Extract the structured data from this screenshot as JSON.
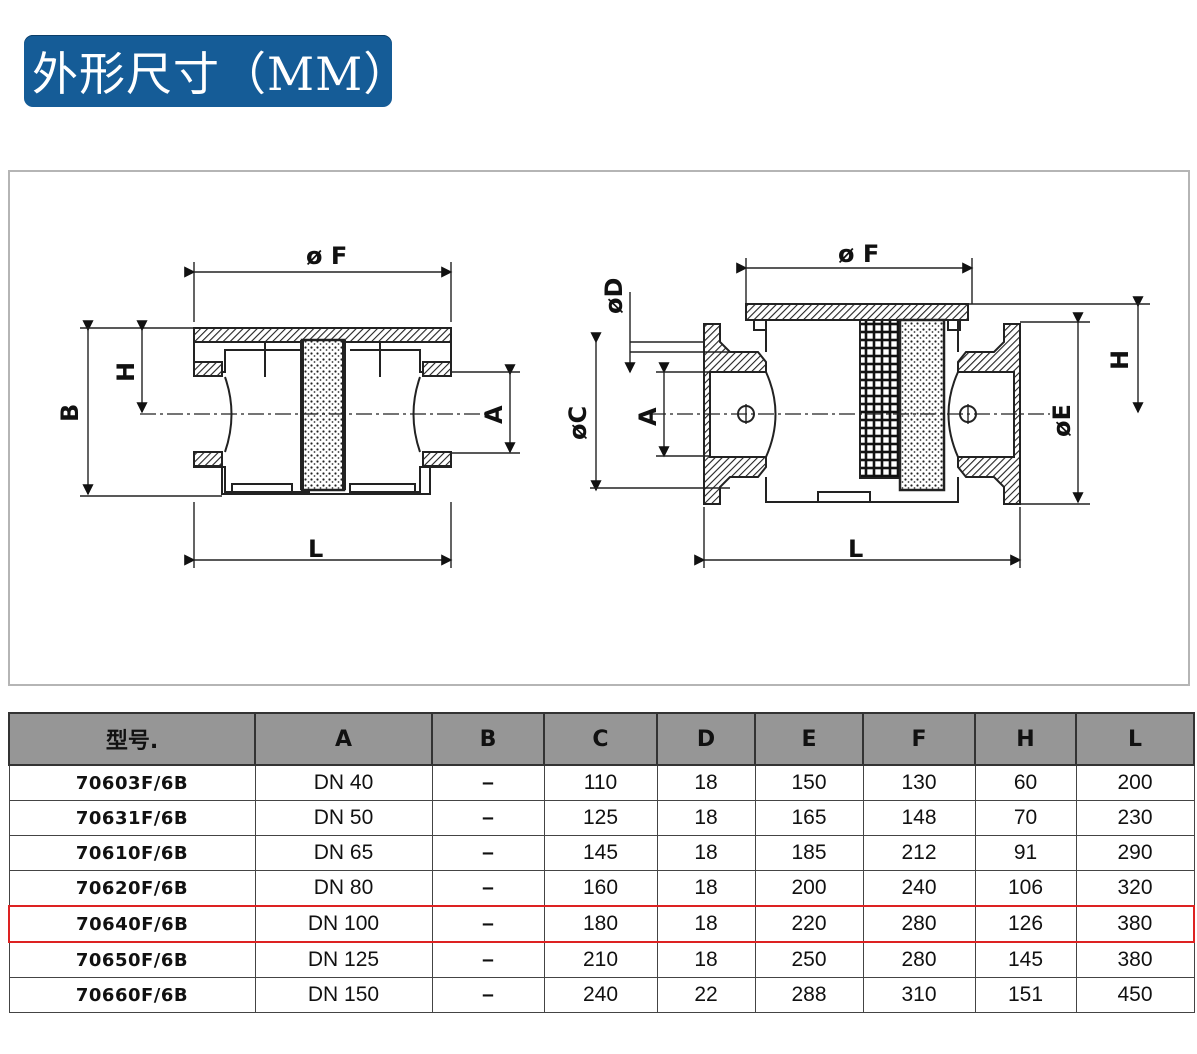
{
  "title": "外形尺寸（MM）",
  "drawing": {
    "left_view": {
      "phi_f": "ø F",
      "b": "B",
      "h": "H",
      "a": "A",
      "l": "L"
    },
    "right_view": {
      "phi_d": "øD",
      "phi_f": "ø F",
      "phi_c": "øC",
      "a": "A",
      "h": "H",
      "phi_e": "øE",
      "l": "L"
    }
  },
  "table": {
    "headers": [
      "型号.",
      "A",
      "B",
      "C",
      "D",
      "E",
      "F",
      "H",
      "L"
    ],
    "rows": [
      [
        "70603F/6B",
        "DN 40",
        "–",
        "110",
        "18",
        "150",
        "130",
        "60",
        "200"
      ],
      [
        "70631F/6B",
        "DN 50",
        "–",
        "125",
        "18",
        "165",
        "148",
        "70",
        "230"
      ],
      [
        "70610F/6B",
        "DN 65",
        "–",
        "145",
        "18",
        "185",
        "212",
        "91",
        "290"
      ],
      [
        "70620F/6B",
        "DN 80",
        "–",
        "160",
        "18",
        "200",
        "240",
        "106",
        "320"
      ],
      [
        "70640F/6B",
        "DN 100",
        "–",
        "180",
        "18",
        "220",
        "280",
        "126",
        "380"
      ],
      [
        "70650F/6B",
        "DN 125",
        "–",
        "210",
        "18",
        "250",
        "280",
        "145",
        "380"
      ],
      [
        "70660F/6B",
        "DN 150",
        "–",
        "240",
        "22",
        "288",
        "310",
        "151",
        "450"
      ]
    ],
    "highlighted_row": 4
  },
  "colors": {
    "title_bg": "#155c97",
    "header_bg": "#969696",
    "highlight": "#d22222"
  }
}
